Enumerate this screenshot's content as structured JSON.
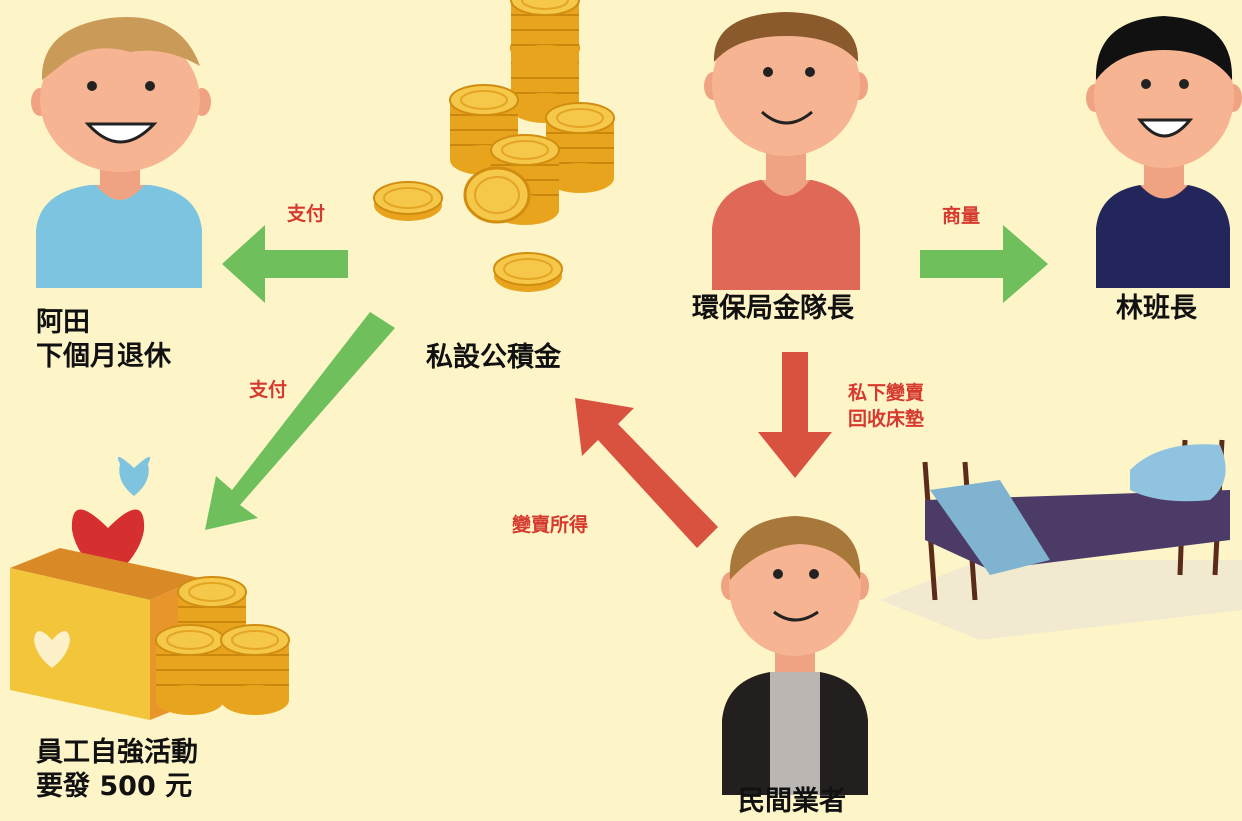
{
  "nodes": {
    "atian": {
      "line1": "阿田",
      "line2": "下個月退休"
    },
    "fund": {
      "label": "私設公積金"
    },
    "chief": {
      "label": "環保局金隊長"
    },
    "lin": {
      "label": "林班長"
    },
    "vendor": {
      "label": "民間業者"
    },
    "activity": {
      "line1": "員工自強活動",
      "line2": "要發 500 元"
    }
  },
  "edges": {
    "fund_to_atian": "支付",
    "fund_to_activity": "支付",
    "chief_to_lin": "商量",
    "chief_to_vendor_line1": "私下變賣",
    "chief_to_vendor_line2": "回收床墊",
    "vendor_to_fund": "變賣所得"
  },
  "colors": {
    "background": "#fdf4c8",
    "green_arrow": "#6fbf5c",
    "red_arrow": "#d9513f",
    "edge_label": "#d63a2e"
  }
}
